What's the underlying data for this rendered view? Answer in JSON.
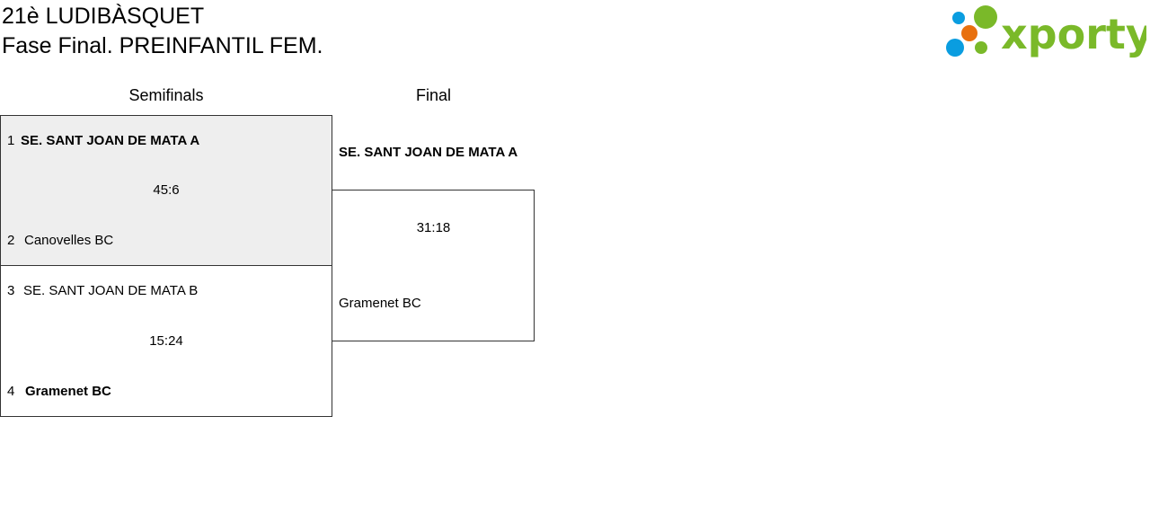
{
  "title": "21è LUDIBÀSQUET",
  "subtitle": "Fase Final. PREINFANTIL FEM.",
  "logo": "xporty",
  "rounds": [
    "Semifinals",
    "Final"
  ],
  "semis": [
    {
      "t1": {
        "seed": "1",
        "name": "SE. SANT JOAN DE MATA A"
      },
      "score": "45:6",
      "t2": {
        "seed": "2",
        "name": "Canovelles BC"
      }
    },
    {
      "t1": {
        "seed": "3",
        "name": "SE. SANT JOAN DE MATA B"
      },
      "score": "15:24",
      "t2": {
        "seed": "4",
        "name": "Gramenet BC"
      }
    }
  ],
  "final": {
    "t1": "SE. SANT JOAN DE MATA A",
    "score": "31:18",
    "t2": "Gramenet BC"
  }
}
